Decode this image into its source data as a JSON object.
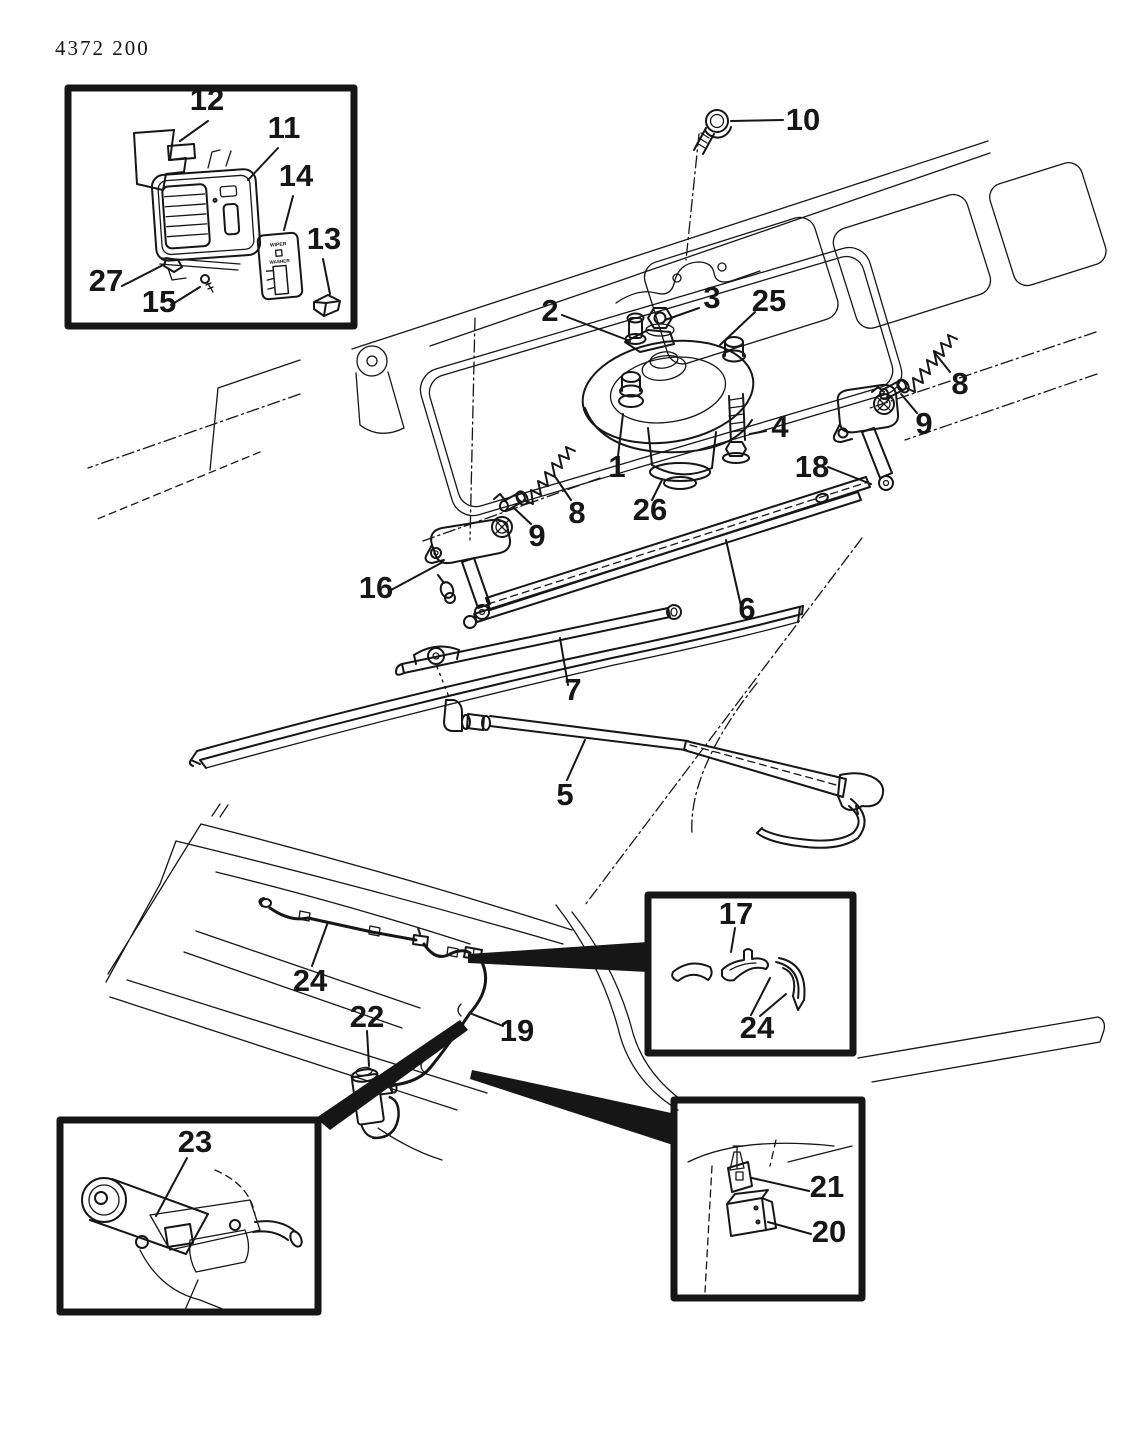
{
  "page_id": "4372 200",
  "colors": {
    "ink": "#161616",
    "paper": "#ffffff"
  },
  "switch_faceplate": {
    "top_label": "WIPER",
    "bottom_label": "WASHER"
  },
  "callouts": {
    "n1": "1",
    "n2": "2",
    "n3": "3",
    "n4": "4",
    "n5": "5",
    "n6": "6",
    "n7": "7",
    "n8_left": "8",
    "n8_right": "8",
    "n9_left": "9",
    "n9_right": "9",
    "n10": "10",
    "n11": "11",
    "n12": "12",
    "n13": "13",
    "n14": "14",
    "n15": "15",
    "n16": "16",
    "n17": "17",
    "n18": "18",
    "n19": "19",
    "n20": "20",
    "n21": "21",
    "n22": "22",
    "n23": "23",
    "n24_cowl": "24",
    "n24_inset": "24",
    "n25": "25",
    "n26": "26",
    "n27": "27"
  }
}
